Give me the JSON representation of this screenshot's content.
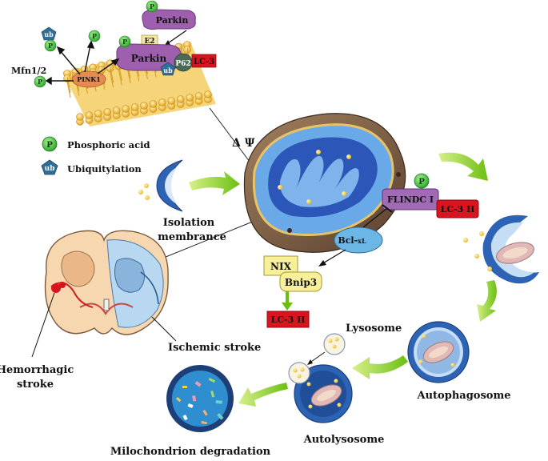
{
  "pathway": {
    "parkin_top": "Parkin",
    "parkin_main": "Parkin",
    "e2": "E2",
    "p62": "P62",
    "lc3_top": "LC-3",
    "pink1": "PINK1",
    "mfn": "Mfn1/2",
    "p": "P",
    "ub": "ub"
  },
  "legend": {
    "phosphoric": "Phosphoric acid",
    "ubiquitylation": "Ubiquitylation"
  },
  "delta_psi": "Δ Ψ ↓",
  "receptors": {
    "fundc1": "FLINDC I",
    "lc3_right": "LC-3 II",
    "bcl": "Bcl-",
    "bcl_sub": "xL",
    "nix": "NIX",
    "bnip3": "Bnip3",
    "lc3_bottom": "LC-3 II"
  },
  "stages": {
    "isolation_1": "Isolation",
    "isolation_2": "membrance",
    "lysosome": "Lysosome",
    "autophagosome": "Autophagosome",
    "autolysosome": "Autolysosome",
    "degradation": "Milochondrion degradation"
  },
  "brain": {
    "hemorrhagic_1": "Hemorrhagic",
    "hemorrhagic_2": "stroke",
    "ischemic": "Ischemic stroke"
  },
  "colors": {
    "p_green": "#3ec43e",
    "ub_blue": "#2c6f9a",
    "parkin_purple": "#9c5ea8",
    "lc3_red": "#d8141e",
    "arrow_green": "#8fd11e",
    "membrane_gold": "#f0c24a",
    "mito_blue": "#5d9fe0"
  }
}
